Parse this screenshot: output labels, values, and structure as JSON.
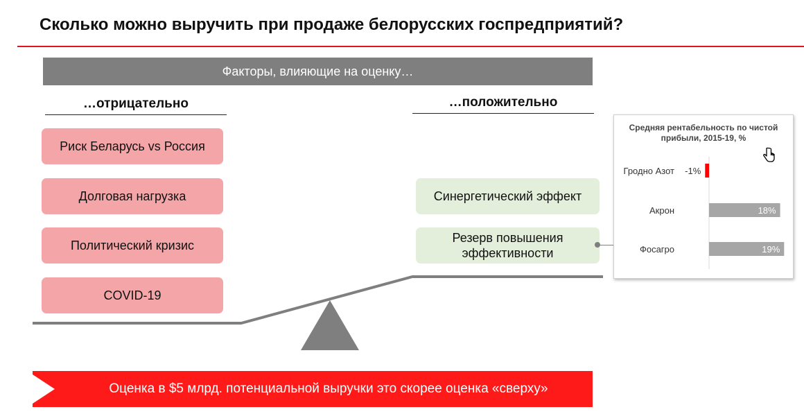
{
  "slide": {
    "title": "Сколько можно выручить при продаже белорусских госпредприятий?",
    "factors_header": "Факторы, влияющие на оценку…",
    "negative_header": "…отрицательно",
    "positive_header": "…положительно",
    "negative_factors": [
      "Риск Беларусь vs Россия",
      "Долговая нагрузка",
      "Политический кризис",
      "COVID-19"
    ],
    "positive_factors": [
      "Синергетический эффект",
      "Резерв повышения эффективности"
    ],
    "callout": "Оценка в $5 млрд. потенциальной выручки это скорее оценка «сверху»",
    "colors": {
      "accent_red": "#e0161b",
      "negative_box": "#f4a5a8",
      "positive_box": "#e3eedb",
      "gray": "#7f7f7f"
    },
    "icons": {
      "cursor": "hand-pointer-icon",
      "callout_marker": "play-arrow-icon",
      "scale": "balance-scale-icon"
    }
  },
  "chart_data": {
    "type": "bar",
    "orientation": "horizontal",
    "title": "Средняя рентабельность по чистой прибыли, 2015-19, %",
    "categories": [
      "Гродно Азот",
      "Акрон",
      "Фосагро"
    ],
    "values": [
      -1,
      18,
      19
    ],
    "value_labels": [
      "-1%",
      "18%",
      "19%"
    ],
    "colors": [
      "#ff0000",
      "#a6a6a6",
      "#a6a6a6"
    ],
    "xlim": [
      -1,
      19
    ],
    "grid": false
  }
}
